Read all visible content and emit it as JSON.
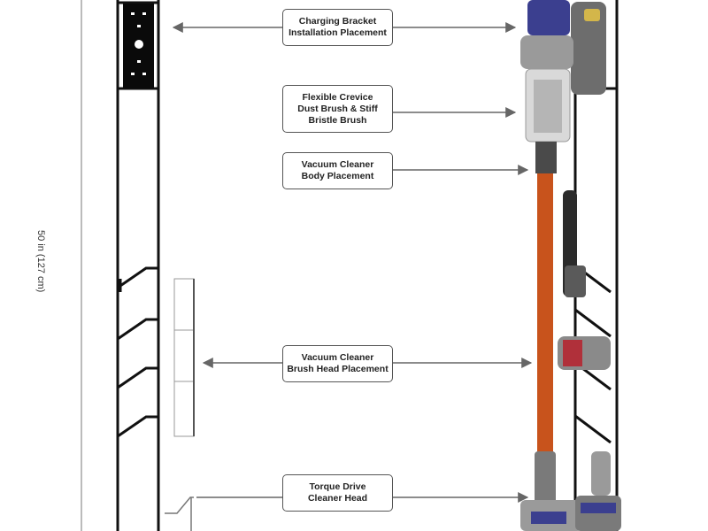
{
  "height_dimension": "50 in (127 cm)",
  "callouts": [
    {
      "id": "charging-bracket",
      "lines": [
        "Charging Bracket",
        "Installation Placement"
      ]
    },
    {
      "id": "crevice-brush",
      "lines": [
        "Flexible Crevice",
        "Dust Brush & Stiff",
        "Bristle Brush"
      ]
    },
    {
      "id": "vacuum-body",
      "lines": [
        "Vacuum Cleaner",
        "Body Placement"
      ]
    },
    {
      "id": "brush-head",
      "lines": [
        "Vacuum Cleaner",
        "Brush Head Placement"
      ]
    },
    {
      "id": "torque-drive",
      "lines": [
        "Torque Drive",
        "Cleaner Head"
      ]
    }
  ],
  "colors": {
    "rack": "#111111",
    "arrow": "#666666",
    "vacuum_purple": "#3b3f8f",
    "vacuum_tube": "#c8531c",
    "vacuum_grey": "#8c8c8c"
  }
}
